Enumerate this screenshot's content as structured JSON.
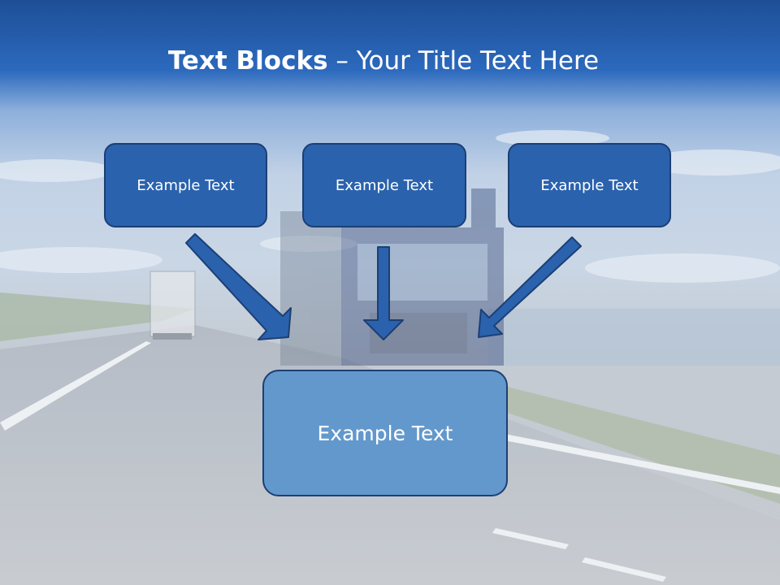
{
  "title": {
    "bold": "Text Blocks",
    "separator": " – ",
    "rest": "Your Title Text Here"
  },
  "blocks": {
    "left": "Example Text",
    "center": "Example Text",
    "right": "Example Text",
    "bottom": "Example Text"
  },
  "colors": {
    "header_blue": "#1f5aa8",
    "box_fill": "#2a62ad",
    "box_border": "#1c3f74",
    "bottom_box_fill": "#6398cc",
    "arrow_fill": "#2a62ad"
  },
  "background": {
    "description_icon": "truck-on-highway-photo"
  }
}
